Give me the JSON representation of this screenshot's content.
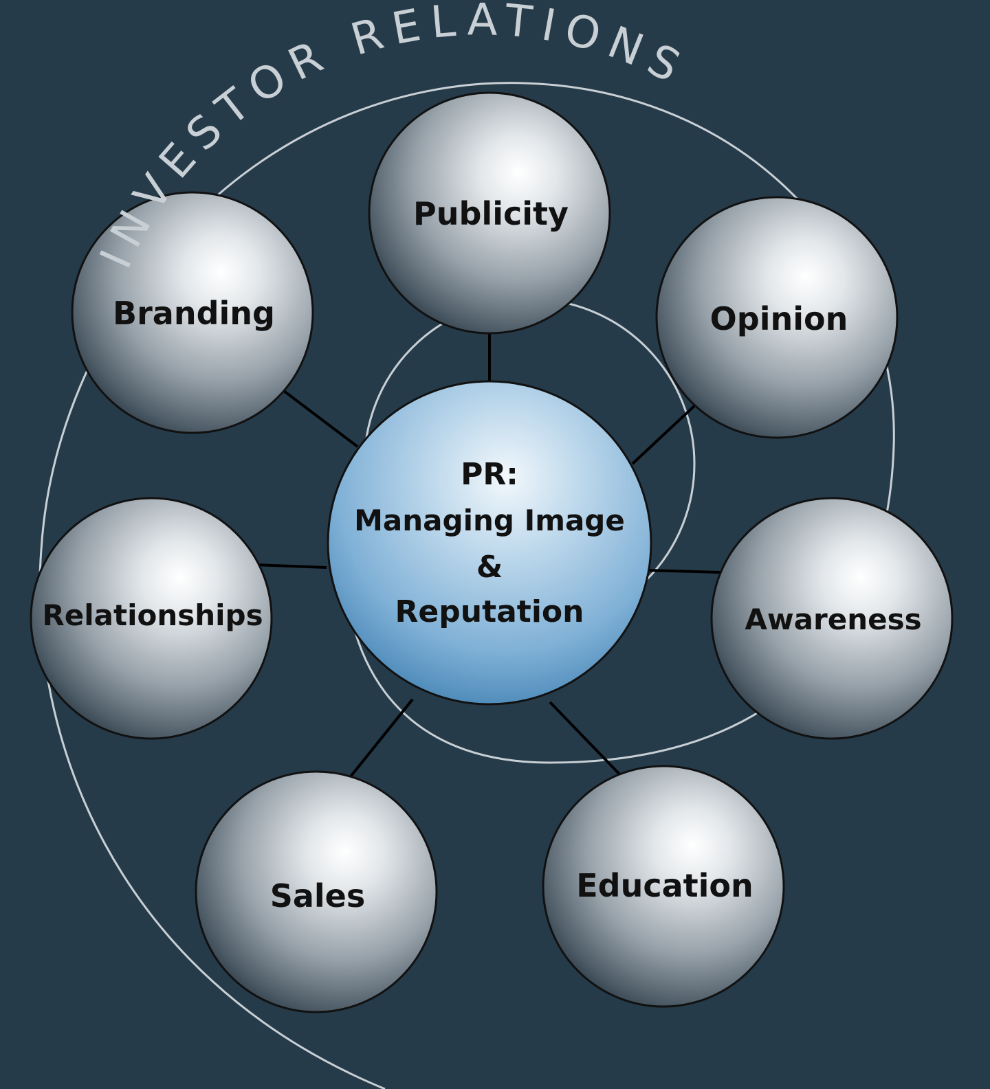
{
  "diagram": {
    "title": "INVESTOR RELATIONS",
    "center": {
      "lines": [
        "PR:",
        "Managing Image",
        "&",
        "Reputation"
      ]
    },
    "nodes": [
      {
        "id": "publicity",
        "label": "Publicity"
      },
      {
        "id": "opinion",
        "label": "Opinion"
      },
      {
        "id": "branding",
        "label": "Branding"
      },
      {
        "id": "relationships",
        "label": "Relationships"
      },
      {
        "id": "awareness",
        "label": "Awareness"
      },
      {
        "id": "sales",
        "label": "Sales"
      },
      {
        "id": "education",
        "label": "Education"
      }
    ],
    "colors": {
      "background": "#263b4a",
      "center_sphere": "#7fb0d6",
      "outer_spheres": "#a9b1b8",
      "rings": "#c9d0d5",
      "arrows": "#000000",
      "text": "#111111"
    }
  }
}
